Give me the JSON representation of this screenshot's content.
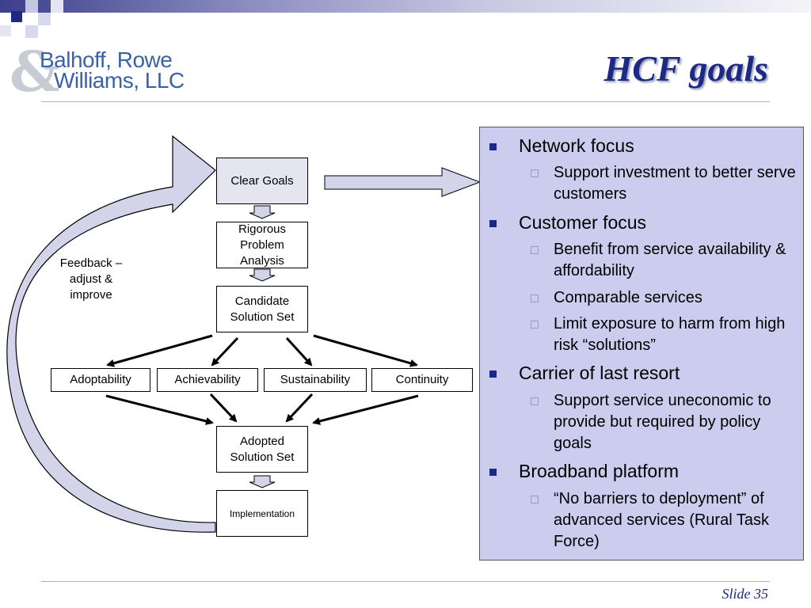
{
  "header": {
    "logo_mark": "&",
    "logo_line1": "Balhoff, Rowe",
    "logo_line2": "Williams, LLC",
    "title": "HCF goals"
  },
  "diagram": {
    "clear_goals": "Clear Goals",
    "rigorous_analysis": "Rigorous Problem Analysis",
    "candidate_solution_set": "Candidate Solution Set",
    "criteria": [
      "Adoptability",
      "Achievability",
      "Sustainability",
      "Continuity"
    ],
    "adopted_solution_set": "Adopted Solution Set",
    "implementation": "Implementation",
    "feedback_label": "Feedback – adjust & improve"
  },
  "goals": [
    {
      "label": "Network focus",
      "subs": [
        "Support investment to better serve customers"
      ]
    },
    {
      "label": "Customer focus",
      "subs": [
        "Benefit from service availability & affordability",
        "Comparable services",
        "Limit exposure to harm from high risk “solutions”"
      ]
    },
    {
      "label": "Carrier of last resort",
      "subs": [
        "Support service uneconomic to provide but required by policy goals"
      ]
    },
    {
      "label": "Broadband platform",
      "subs": [
        "“No barriers to deployment” of advanced services (Rural Task Force)"
      ]
    }
  ],
  "footer": {
    "slide_label": "Slide 35"
  },
  "colors": {
    "title": "#1c2a86",
    "panel": "#ccccee",
    "rule": "#a7b4d8",
    "logo": "#3a62a7"
  }
}
